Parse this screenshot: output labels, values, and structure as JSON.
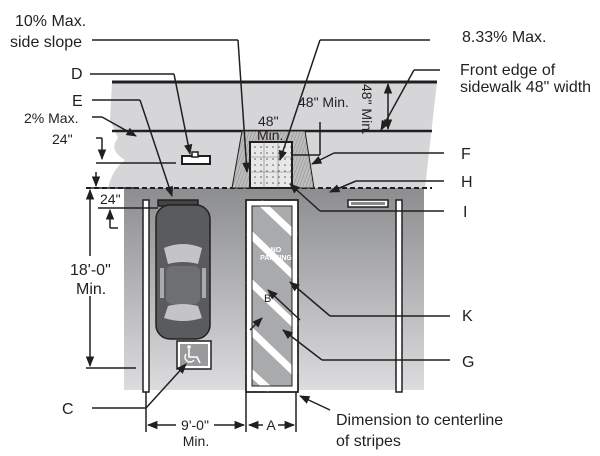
{
  "diagram": {
    "title": "Accessible parking space layout",
    "colors": {
      "sidewalk": "#d6d6d8",
      "parking_dark": "#8e8f91",
      "parking_light": "#d9d9db",
      "line": "#231f20",
      "stripe": "#ffffff",
      "ramp": "#e6e6e6",
      "car_body": "#5a5b5d"
    },
    "labels": {
      "side_slope_line1": "10% Max.",
      "side_slope_line2": "side slope",
      "ramp_slope": "8.33% Max.",
      "front_edge_line1": "Front edge of",
      "front_edge_line2": "sidewalk 48\" width",
      "d": "D",
      "e": "E",
      "cross_slope": "2% Max.",
      "dim_24_top": "24\"",
      "dim_24_wheelstop": "24\"",
      "ramp_width_line1": "48\"",
      "ramp_width_line2": "Min.",
      "landing_min": "48\" Min.",
      "sidewalk_min": "48\" Min.",
      "f": "F",
      "h": "H",
      "i": "I",
      "k": "K",
      "g": "G",
      "c": "C",
      "b": "B",
      "length_line1": "18'-0\"",
      "length_line2": "Min.",
      "width_line1": "9'-0\"",
      "width_line2": "Min.",
      "aisle_width": "A",
      "no_parking_line1": "NO",
      "no_parking_line2": "PARKING",
      "centerline_line1": "Dimension to centerline",
      "centerline_line2": "of stripes"
    },
    "icons": [
      "car-icon",
      "wheelchair-accessibility-icon",
      "wheel-stop-icon",
      "sign-post-icon",
      "detectable-warning-pad-icon"
    ]
  }
}
